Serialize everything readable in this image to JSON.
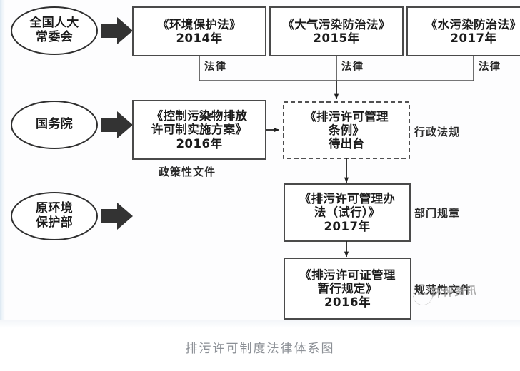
{
  "figure": {
    "caption": "排污许可制度法律体系图",
    "watermark": "环评资讯",
    "colors": {
      "stroke": "#4a4a4a",
      "node_fill": "#ffffff",
      "arrow_block": "#333333",
      "text": "#1b1b1b",
      "caption_text": "#8c9096",
      "panel_bg": "#fdfdfe",
      "edge_tint": "#dce8f2"
    }
  },
  "actors": [
    {
      "id": "npc",
      "shape": "ellipse",
      "lines": [
        "全国人大",
        "常委会"
      ]
    },
    {
      "id": "state_council",
      "shape": "ellipse",
      "lines": [
        "国务院"
      ]
    },
    {
      "id": "mep",
      "shape": "ellipse",
      "lines": [
        "原环境",
        "保护部"
      ]
    }
  ],
  "laws": [
    {
      "id": "law_env",
      "title": "《环境保护法》",
      "year": "2014年",
      "tier": "法律"
    },
    {
      "id": "law_air",
      "title": "《大气污染防治法》",
      "year": "2015年",
      "tier": "法律"
    },
    {
      "id": "law_water",
      "title": "《水污染防治法》",
      "year": "2017年",
      "tier": "法律"
    }
  ],
  "documents": [
    {
      "id": "policy_plan",
      "lines": [
        "《控制污染物排放",
        "许可制实施方案》"
      ],
      "year": "2016年",
      "tier": "政策性文件",
      "status": "",
      "dashed": false
    },
    {
      "id": "regulation",
      "lines": [
        "《排污许可管理",
        "条例》"
      ],
      "year": "",
      "tier": "行政法规",
      "status": "待出台",
      "dashed": true
    },
    {
      "id": "dept_rule",
      "lines": [
        "《排污许可管理办",
        "法（试行）》"
      ],
      "year": "2017年",
      "tier": "部门规章",
      "status": "",
      "dashed": false
    },
    {
      "id": "normative_doc",
      "lines": [
        "《排污许可证管理",
        "暂行规定》"
      ],
      "year": "2016年",
      "tier": "规范性文件",
      "status": "",
      "dashed": false
    }
  ]
}
